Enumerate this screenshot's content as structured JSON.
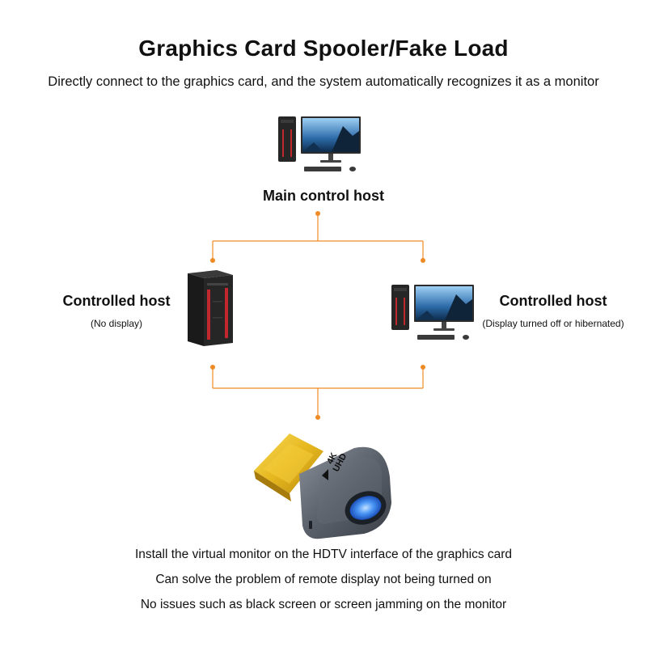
{
  "title": "Graphics Card Spooler/Fake Load",
  "subtitle": "Directly connect to the graphics card, and the system automatically recognizes it as a monitor",
  "nodes": {
    "main": {
      "label": "Main control host"
    },
    "left": {
      "label": "Controlled host",
      "note": "(No display)"
    },
    "right": {
      "label": "Controlled host",
      "note": "(Display turned off or hibernated)"
    }
  },
  "device": {
    "badge_top": "4K",
    "badge_bottom": "UHD"
  },
  "features": [
    "Install the virtual monitor on the HDTV interface of the graphics card",
    "Can solve the problem of remote display not being turned on",
    "No issues such as black screen or screen jamming on the monitor"
  ],
  "colors": {
    "connector": "#f08a24",
    "led": "#2f7df0",
    "gold": "#e6b71e",
    "body": "#555b66"
  }
}
